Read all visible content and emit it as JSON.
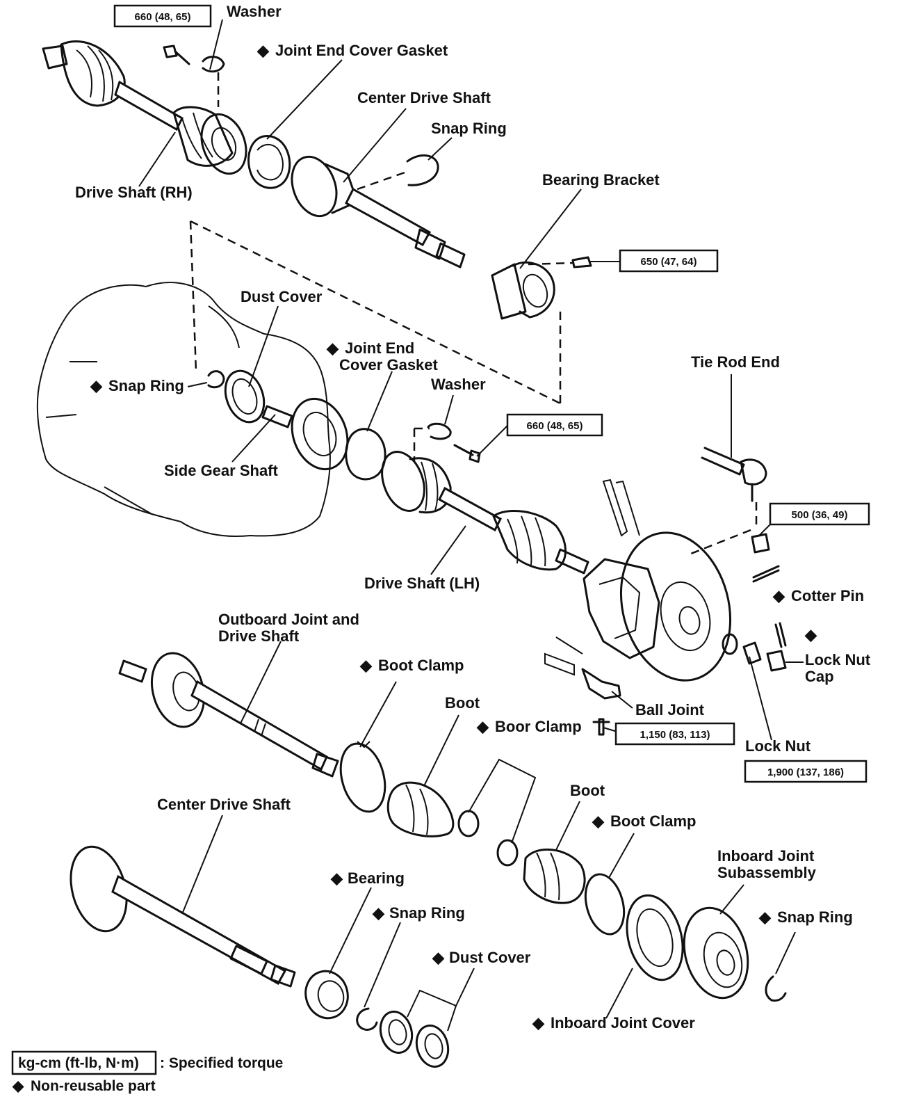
{
  "labels": {
    "washer_top": "Washer",
    "joint_end_cover_gasket_top": "Joint End Cover Gasket",
    "center_drive_shaft_top": "Center Drive Shaft",
    "snap_ring_top": "Snap Ring",
    "drive_shaft_rh": "Drive Shaft (RH)",
    "bearing_bracket": "Bearing Bracket",
    "dust_cover_mid": "Dust Cover",
    "joint_end_cover_gasket_mid_1": "Joint End",
    "joint_end_cover_gasket_mid_2": "Cover Gasket",
    "washer_mid": "Washer",
    "snap_ring_mid": "Snap Ring",
    "side_gear_shaft": "Side Gear Shaft",
    "tie_rod_end": "Tie Rod End",
    "drive_shaft_lh": "Drive Shaft (LH)",
    "cotter_pin": "Cotter Pin",
    "lock_nut_cap_1": "Lock Nut",
    "lock_nut_cap_2": "Cap",
    "ball_joint": "Ball Joint",
    "lock_nut": "Lock Nut",
    "outboard_joint_1": "Outboard Joint and",
    "outboard_joint_2": "Drive Shaft",
    "boot_clamp_1": "Boot Clamp",
    "boot_1": "Boot",
    "boot_clamp_2": "Boor Clamp",
    "boot_2": "Boot",
    "boot_clamp_3": "Boot Clamp",
    "center_drive_shaft_bottom": "Center Drive Shaft",
    "bearing": "Bearing",
    "snap_ring_bottom_1": "Snap Ring",
    "dust_cover_bottom": "Dust Cover",
    "inboard_joint_sub_1": "Inboard Joint",
    "inboard_joint_sub_2": "Subassembly",
    "snap_ring_bottom_2": "Snap Ring",
    "inboard_joint_cover": "Inboard Joint Cover"
  },
  "torque_specs": {
    "t1": "660 (48, 65)",
    "t2": "650 (47, 64)",
    "t3": "660 (48, 65)",
    "t4": "500 (36, 49)",
    "t5": "1,150 (83, 113)",
    "t6": "1,900 (137, 186)"
  },
  "legend": {
    "unit_box": "kg-cm (ft-lb, N·m)",
    "unit_desc": ": Specified torque",
    "nonreusable": "Non-reusable part",
    "diamond": "◆"
  }
}
